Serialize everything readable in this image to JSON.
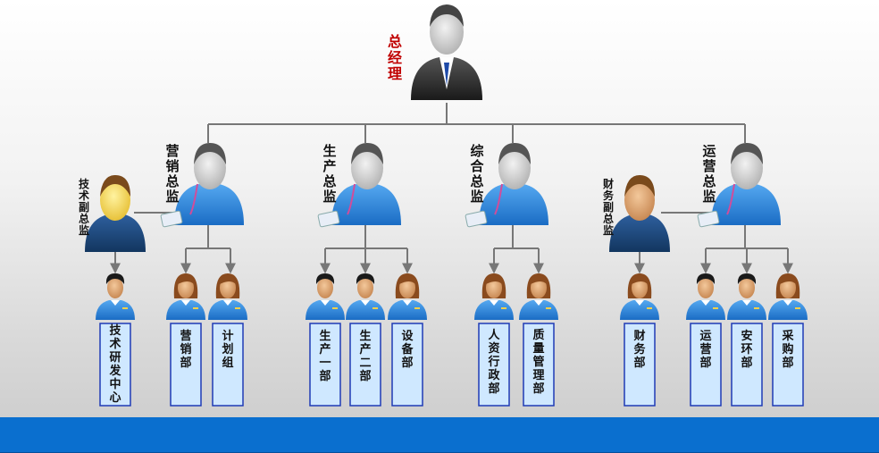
{
  "ceo": {
    "label": "总经理"
  },
  "directors": [
    {
      "id": "marketing",
      "label": "营销总监"
    },
    {
      "id": "production",
      "label": "生产总监"
    },
    {
      "id": "admin",
      "label": "综合总监"
    },
    {
      "id": "operations",
      "label": "运营总监"
    }
  ],
  "vice": [
    {
      "id": "tech",
      "label": "技术副总监"
    },
    {
      "id": "finance",
      "label": "财务副总监"
    }
  ],
  "departments": [
    {
      "id": "rnd",
      "label": "技术研发中心",
      "staff": "male"
    },
    {
      "id": "sales",
      "label": "营销部",
      "staff": "female"
    },
    {
      "id": "plan",
      "label": "计划组",
      "staff": "female"
    },
    {
      "id": "prod1",
      "label": "生产一部",
      "staff": "male"
    },
    {
      "id": "prod2",
      "label": "生产二部",
      "staff": "male"
    },
    {
      "id": "equip",
      "label": "设备部",
      "staff": "female"
    },
    {
      "id": "hr",
      "label": "人资行政部",
      "staff": "female"
    },
    {
      "id": "qa",
      "label": "质量管理部",
      "staff": "female"
    },
    {
      "id": "fin",
      "label": "财务部",
      "staff": "female"
    },
    {
      "id": "ops",
      "label": "运营部",
      "staff": "male"
    },
    {
      "id": "safety",
      "label": "安环部",
      "staff": "male"
    },
    {
      "id": "purchase",
      "label": "采购部",
      "staff": "female"
    }
  ],
  "colors": {
    "line": "#777777",
    "box_fill": "#cfe8ff",
    "box_border": "#1f3bb5",
    "shirt": "#2f86d8",
    "bottom_bar": "#0a6fcf"
  }
}
